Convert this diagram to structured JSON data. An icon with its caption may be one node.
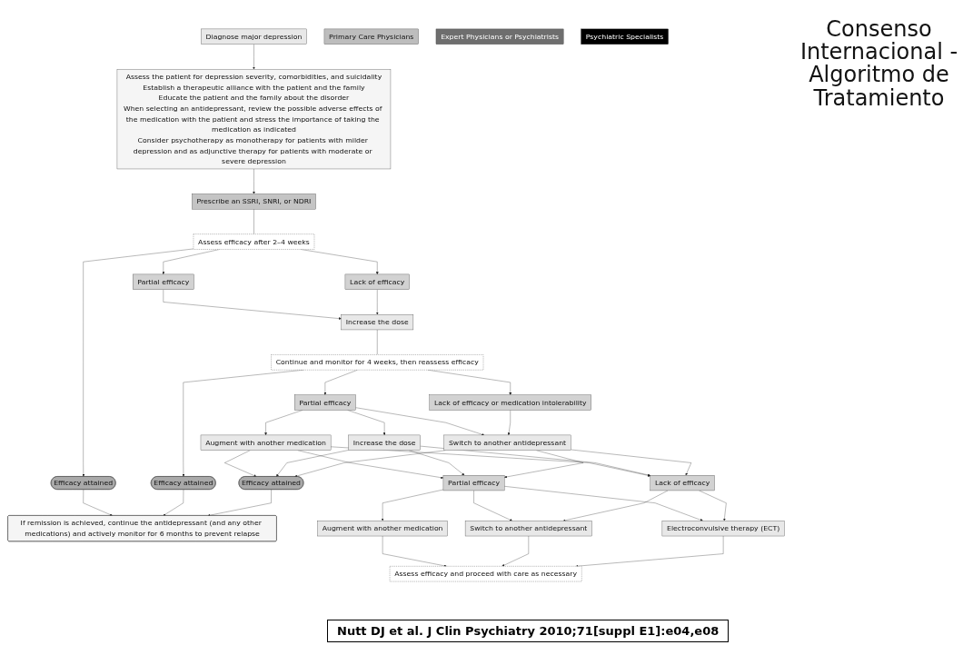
{
  "diagram": {
    "title": "Consenso Internacional - Algoritmo de Tratamiento",
    "caption": "Nutt DJ et al. J Clin Psychiatry 2010;71[suppl E1]:e04,e08",
    "nodes": [
      {
        "text": [
          "Diagnose major depression"
        ]
      },
      {
        "text": [
          "Assess the patient for depression severity, comorbidities, and suicidality",
          "Establish a therapeutic alliance with the patient and the family",
          "Educate the patient and the family about the disorder",
          "When selecting an antidepressant, review the possible adverse effects of the medication with the patient and stress the importance of taking the medication as indicated",
          "Consider psychotherapy as monotherapy for patients with milder depression and as adjunctive therapy for patients with moderate or severe depression"
        ]
      },
      {
        "text": [
          "Prescribe an SSRI, SNRI, or NDRI"
        ]
      },
      {
        "text": [
          "Assess efficacy after 2–4 weeks"
        ]
      },
      {
        "text": [
          "Efficacy attained"
        ]
      },
      {
        "text": [
          "Partial efficacy"
        ]
      },
      {
        "text": [
          "Lack of efficacy"
        ]
      },
      {
        "text": [
          "If remission is achieved, continue the antidepressant (and any other medications) and actively monitor for 6 months to prevent relapse"
        ]
      },
      {
        "text": [
          "Increase the dose"
        ]
      },
      {
        "text": [
          "Continue and monitor for 4 weeks, then reassess efficacy"
        ]
      },
      {
        "text": [
          "Efficacy attained"
        ]
      },
      {
        "text": [
          "Partial efficacy"
        ]
      },
      {
        "text": [
          "Lack of efficacy or medication intolerability"
        ]
      },
      {
        "text": [
          "Augment with another medication"
        ]
      },
      {
        "text": [
          "Increase the dose"
        ]
      },
      {
        "text": [
          "Switch to another antidepressant"
        ]
      },
      {
        "text": [
          "Efficacy attained"
        ]
      },
      {
        "text": [
          "Partial efficacy"
        ]
      },
      {
        "text": [
          "Lack of efficacy"
        ]
      },
      {
        "text": [
          "Augment with another medication"
        ]
      },
      {
        "text": [
          "Switch to another antidepressant"
        ]
      },
      {
        "text": [
          "Electroconvulsive therapy (ECT)"
        ]
      },
      {
        "text": [
          "Assess efficacy and proceed with care as necessary"
        ]
      },
      {
        "text": [
          "Primary Care Physicians"
        ]
      },
      {
        "text": [
          "Expert Physicians or Psychiatrists"
        ]
      },
      {
        "text": [
          "Psychiatric Specialists"
        ]
      }
    ],
    "edges": [
      {
        "from": 0,
        "to": 1,
        "arrow": "to"
      },
      {
        "from": 1,
        "to": 2,
        "arrow": "to"
      },
      {
        "from": 2,
        "to": 3,
        "arrow": "none"
      },
      {
        "from": 3,
        "to": 4,
        "arrow": "to"
      },
      {
        "from": 3,
        "to": 5,
        "arrow": "to"
      },
      {
        "from": 3,
        "to": 6,
        "arrow": "to"
      },
      {
        "from": 4,
        "to": 7,
        "arrow": "to"
      },
      {
        "from": 5,
        "to": 8,
        "arrow": "to"
      },
      {
        "from": 6,
        "to": 8,
        "arrow": "to"
      },
      {
        "from": 8,
        "to": 9,
        "arrow": "none"
      },
      {
        "from": 9,
        "to": 10,
        "arrow": "to"
      },
      {
        "from": 9,
        "to": 11,
        "arrow": "to"
      },
      {
        "from": 9,
        "to": 12,
        "arrow": "to"
      },
      {
        "from": 10,
        "to": 7,
        "arrow": "to"
      },
      {
        "from": 16,
        "to": 7,
        "arrow": "to"
      },
      {
        "from": 11,
        "to": 13,
        "arrow": "to"
      },
      {
        "from": 11,
        "to": 14,
        "arrow": "to"
      },
      {
        "from": 11,
        "to": 15,
        "arrow": "to"
      },
      {
        "from": 12,
        "to": 15,
        "arrow": "to"
      },
      {
        "from": 13,
        "to": 16,
        "arrow": "to"
      },
      {
        "from": 13,
        "to": 17,
        "arrow": "to"
      },
      {
        "from": 13,
        "to": 18,
        "arrow": "to"
      },
      {
        "from": 14,
        "to": 16,
        "arrow": "to"
      },
      {
        "from": 14,
        "to": 17,
        "arrow": "to"
      },
      {
        "from": 14,
        "to": 18,
        "arrow": "to"
      },
      {
        "from": 15,
        "to": 16,
        "arrow": "to"
      },
      {
        "from": 15,
        "to": 17,
        "arrow": "to"
      },
      {
        "from": 15,
        "to": 18,
        "arrow": "to"
      },
      {
        "from": 17,
        "to": 19,
        "arrow": "to"
      },
      {
        "from": 17,
        "to": 20,
        "arrow": "to"
      },
      {
        "from": 17,
        "to": 21,
        "arrow": "to"
      },
      {
        "from": 18,
        "to": 20,
        "arrow": "to"
      },
      {
        "from": 18,
        "to": 21,
        "arrow": "to"
      },
      {
        "from": 19,
        "to": 22,
        "arrow": "to"
      },
      {
        "from": 20,
        "to": 22,
        "arrow": "to"
      },
      {
        "from": 21,
        "to": 22,
        "arrow": "to"
      }
    ]
  }
}
